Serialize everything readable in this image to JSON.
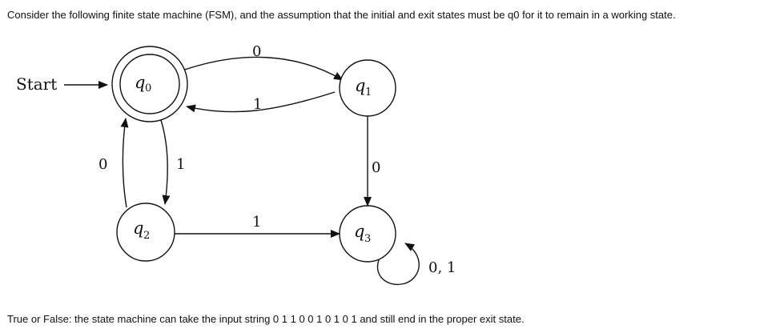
{
  "question": {
    "prompt": "Consider the following finite state machine (FSM), and the assumption that the initial and exit states must be q0 for it to remain in a working state.",
    "true_false": "True or False: the state machine can take the input string 0 1 1 0 0 1 0 1 0 1 and still end in the proper exit state."
  },
  "diagram": {
    "start_label": "Start",
    "states": [
      {
        "id": "q0",
        "base": "q",
        "sub": "0",
        "accepting": true
      },
      {
        "id": "q1",
        "base": "q",
        "sub": "1",
        "accepting": false
      },
      {
        "id": "q2",
        "base": "q",
        "sub": "2",
        "accepting": false
      },
      {
        "id": "q3",
        "base": "q",
        "sub": "3",
        "accepting": false
      }
    ],
    "transitions": [
      {
        "from": "q0",
        "to": "q1",
        "label": "0"
      },
      {
        "from": "q1",
        "to": "q0",
        "label": "1"
      },
      {
        "from": "q0",
        "to": "q2",
        "label": "1"
      },
      {
        "from": "q2",
        "to": "q0",
        "label": "0"
      },
      {
        "from": "q1",
        "to": "q3",
        "label": "0"
      },
      {
        "from": "q2",
        "to": "q3",
        "label": "1"
      },
      {
        "from": "q3",
        "to": "q3",
        "label": "0, 1"
      }
    ]
  }
}
